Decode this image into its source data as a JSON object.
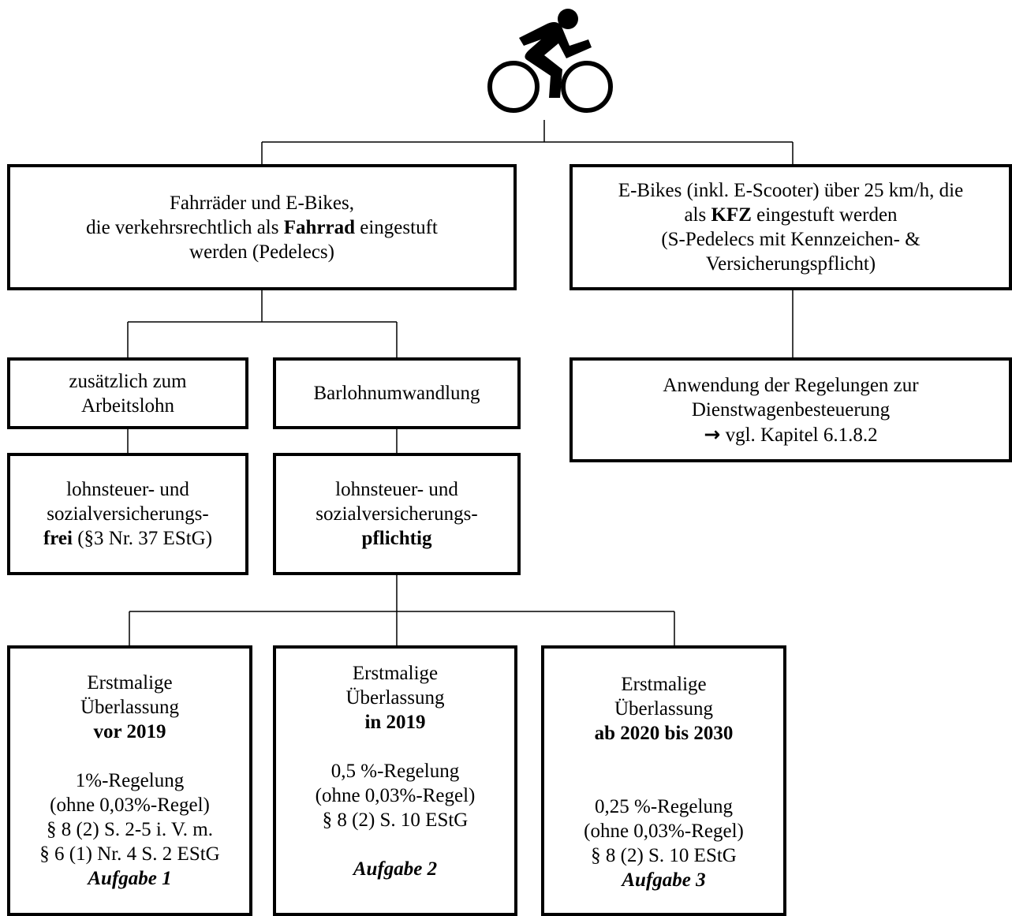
{
  "root_icon": "cyclist-icon",
  "left_category": {
    "line1": "Fahrräder und E-Bikes,",
    "line2_pre": "die verkehrsrechtlich als ",
    "line2_bold": "Fahrrad",
    "line2_post": " eingestuft",
    "line3": "werden (Pedelecs)"
  },
  "right_category": {
    "line1": "E-Bikes (inkl. E-Scooter) über 25 km/h, die",
    "line2_pre": "als ",
    "line2_bold": "KFZ",
    "line2_post": " eingestuft werden",
    "line3": "(S-Pedelecs mit Kennzeichen- &",
    "line4": "Versicherungspflicht)"
  },
  "zusaetzlich": {
    "line1": "zusätzlich zum",
    "line2": "Arbeitslohn"
  },
  "barlohn": {
    "line1": "Barlohnumwandlung"
  },
  "dienstwagen": {
    "line1": "Anwendung der Regelungen zur",
    "line2": "Dienstwagenbesteuerung",
    "arrow": "→",
    "line3": " vgl. Kapitel 6.1.8.2"
  },
  "frei": {
    "line1": "lohnsteuer- und",
    "line2": "sozialversicherungs-",
    "line3_bold": "frei",
    "line3_post": " (§3 Nr. 37 EStG)"
  },
  "pflichtig": {
    "line1": "lohnsteuer- und",
    "line2": "sozialversicherungs-",
    "line3_bold": "pflichtig"
  },
  "vor2019": {
    "line1": "Erstmalige",
    "line2": "Überlassung",
    "period": "vor 2019",
    "rule": "1%-Regelung",
    "note": "(ohne 0,03%-Regel)",
    "law1": "§ 8 (2) S. 2-5 i. V. m.",
    "law2": "§ 6 (1) Nr. 4 S. 2 EStG",
    "task": "Aufgabe 1"
  },
  "in2019": {
    "line1": "Erstmalige",
    "line2": "Überlassung",
    "period": "in 2019",
    "rule": "0,5 %-Regelung",
    "note": "(ohne 0,03%-Regel)",
    "law1": "§ 8 (2) S. 10 EStG",
    "task": "Aufgabe 2"
  },
  "ab2020": {
    "line1": "Erstmalige",
    "line2": "Überlassung",
    "period": "ab 2020 bis 2030",
    "rule": "0,25 %-Regelung",
    "note": "(ohne 0,03%-Regel)",
    "law1": "§ 8 (2) S. 10 EStG",
    "task": "Aufgabe 3"
  }
}
